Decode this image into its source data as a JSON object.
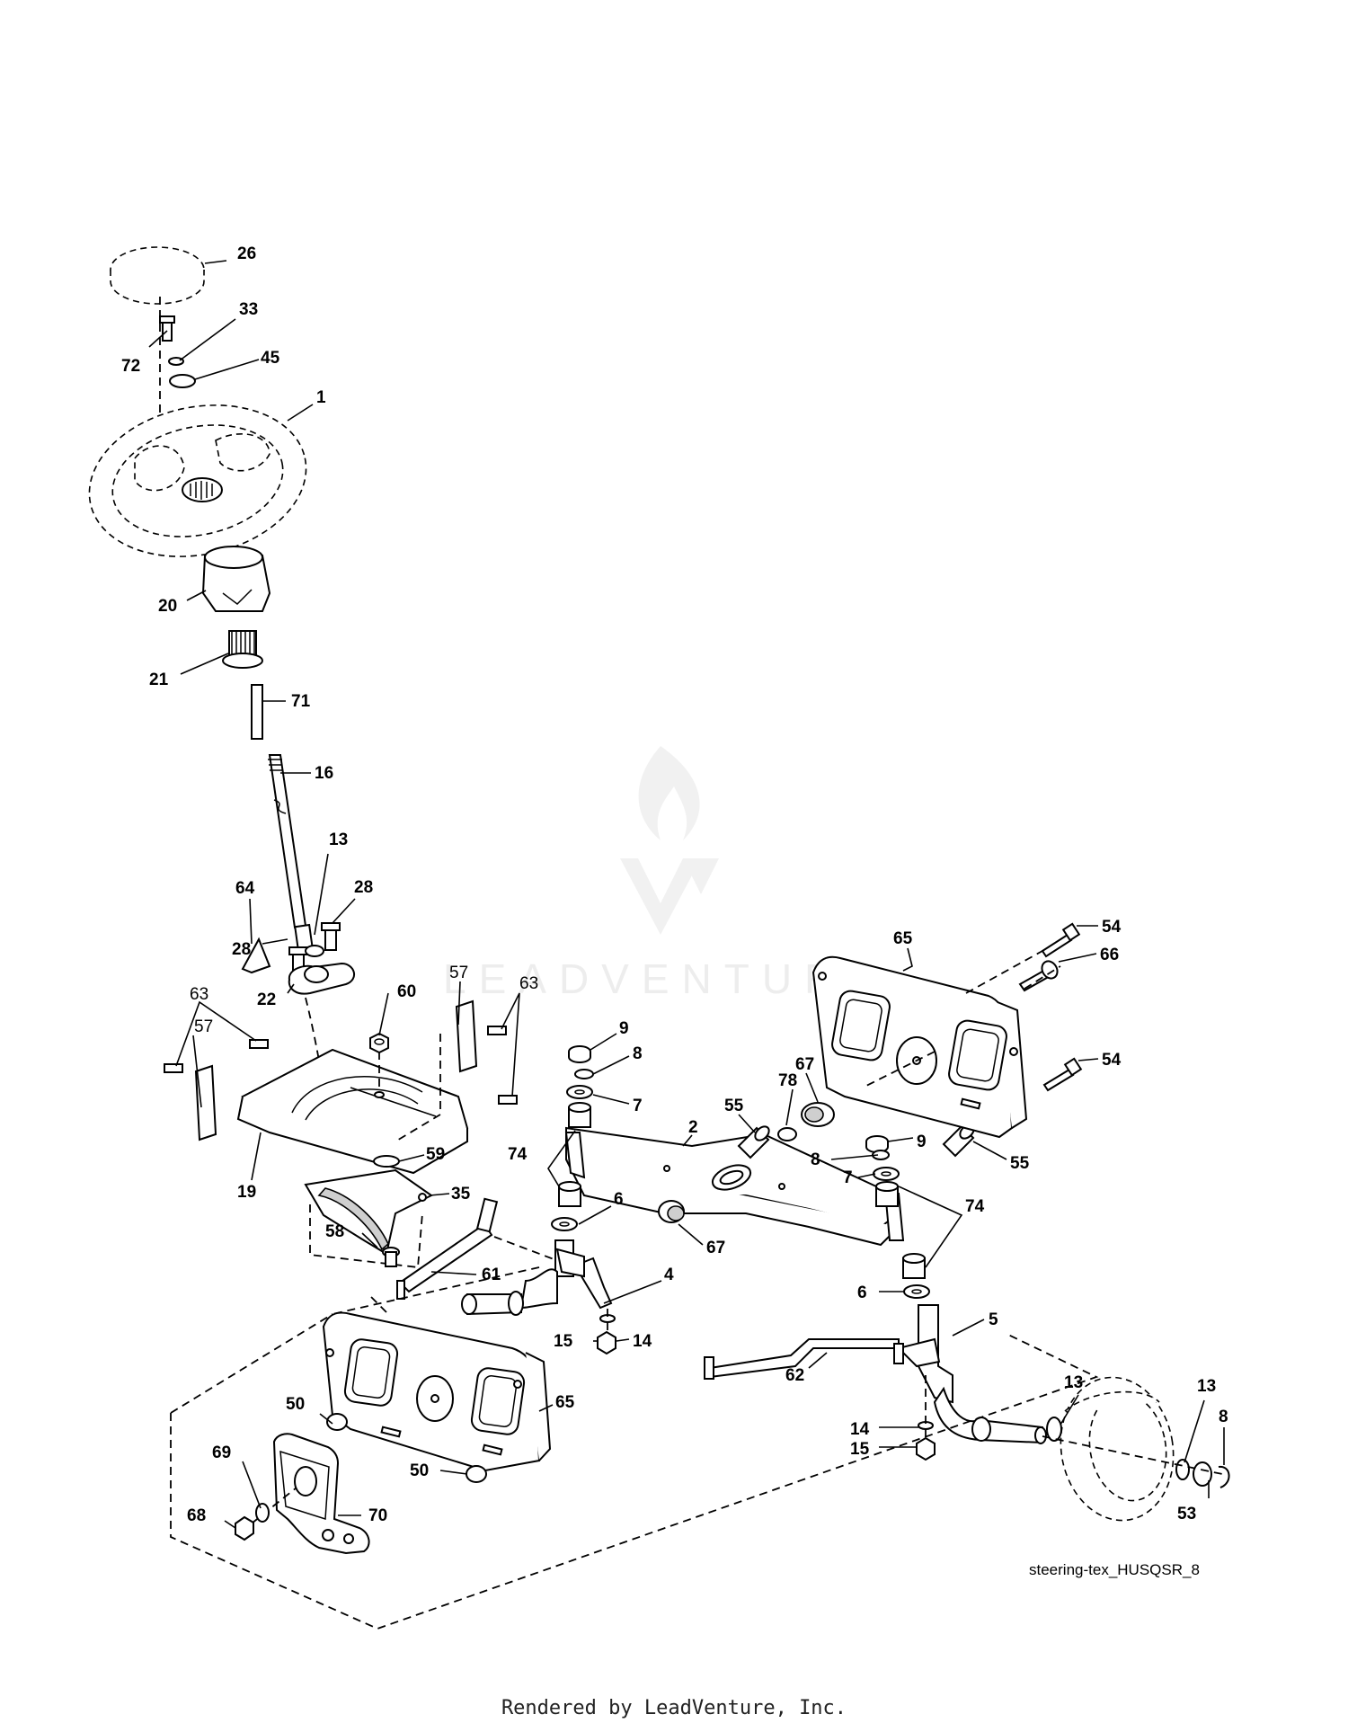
{
  "watermark": {
    "text": "LEADVENTURE"
  },
  "diagram_id": "steering-tex_HUSQSR_8",
  "footer": "Rendered by LeadVenture, Inc.",
  "callouts": [
    {
      "id": "26",
      "label": "26"
    },
    {
      "id": "33",
      "label": "33"
    },
    {
      "id": "72",
      "label": "72"
    },
    {
      "id": "45",
      "label": "45"
    },
    {
      "id": "1",
      "label": "1"
    },
    {
      "id": "20",
      "label": "20"
    },
    {
      "id": "21",
      "label": "21"
    },
    {
      "id": "71",
      "label": "71"
    },
    {
      "id": "16",
      "label": "16"
    },
    {
      "id": "13a",
      "label": "13"
    },
    {
      "id": "64",
      "label": "64"
    },
    {
      "id": "28a",
      "label": "28"
    },
    {
      "id": "28b",
      "label": "28"
    },
    {
      "id": "22",
      "label": "22"
    },
    {
      "id": "60",
      "label": "60"
    },
    {
      "id": "57a",
      "label": "57"
    },
    {
      "id": "63a",
      "label": "63"
    },
    {
      "id": "63b",
      "label": "63"
    },
    {
      "id": "57b",
      "label": "57"
    },
    {
      "id": "19",
      "label": "19"
    },
    {
      "id": "59",
      "label": "59"
    },
    {
      "id": "35",
      "label": "35"
    },
    {
      "id": "58",
      "label": "58"
    },
    {
      "id": "61",
      "label": "61"
    },
    {
      "id": "9a",
      "label": "9"
    },
    {
      "id": "8a",
      "label": "8"
    },
    {
      "id": "7a",
      "label": "7"
    },
    {
      "id": "74a",
      "label": "74"
    },
    {
      "id": "2",
      "label": "2"
    },
    {
      "id": "55a",
      "label": "55"
    },
    {
      "id": "78",
      "label": "78"
    },
    {
      "id": "67a",
      "label": "67"
    },
    {
      "id": "6a",
      "label": "6"
    },
    {
      "id": "67b",
      "label": "67"
    },
    {
      "id": "4",
      "label": "4"
    },
    {
      "id": "15a",
      "label": "15"
    },
    {
      "id": "14a",
      "label": "14"
    },
    {
      "id": "65a",
      "label": "65"
    },
    {
      "id": "54a",
      "label": "54"
    },
    {
      "id": "66",
      "label": "66"
    },
    {
      "id": "54b",
      "label": "54"
    },
    {
      "id": "9b",
      "label": "9"
    },
    {
      "id": "8b",
      "label": "8"
    },
    {
      "id": "7b",
      "label": "7"
    },
    {
      "id": "55b",
      "label": "55"
    },
    {
      "id": "74b",
      "label": "74"
    },
    {
      "id": "6b",
      "label": "6"
    },
    {
      "id": "5",
      "label": "5"
    },
    {
      "id": "62",
      "label": "62"
    },
    {
      "id": "14b",
      "label": "14"
    },
    {
      "id": "15b",
      "label": "15"
    },
    {
      "id": "13b",
      "label": "13"
    },
    {
      "id": "13c",
      "label": "13"
    },
    {
      "id": "8c",
      "label": "8"
    },
    {
      "id": "53",
      "label": "53"
    },
    {
      "id": "65b",
      "label": "65"
    },
    {
      "id": "50a",
      "label": "50"
    },
    {
      "id": "50b",
      "label": "50"
    },
    {
      "id": "69",
      "label": "69"
    },
    {
      "id": "68",
      "label": "68"
    },
    {
      "id": "70",
      "label": "70"
    }
  ]
}
